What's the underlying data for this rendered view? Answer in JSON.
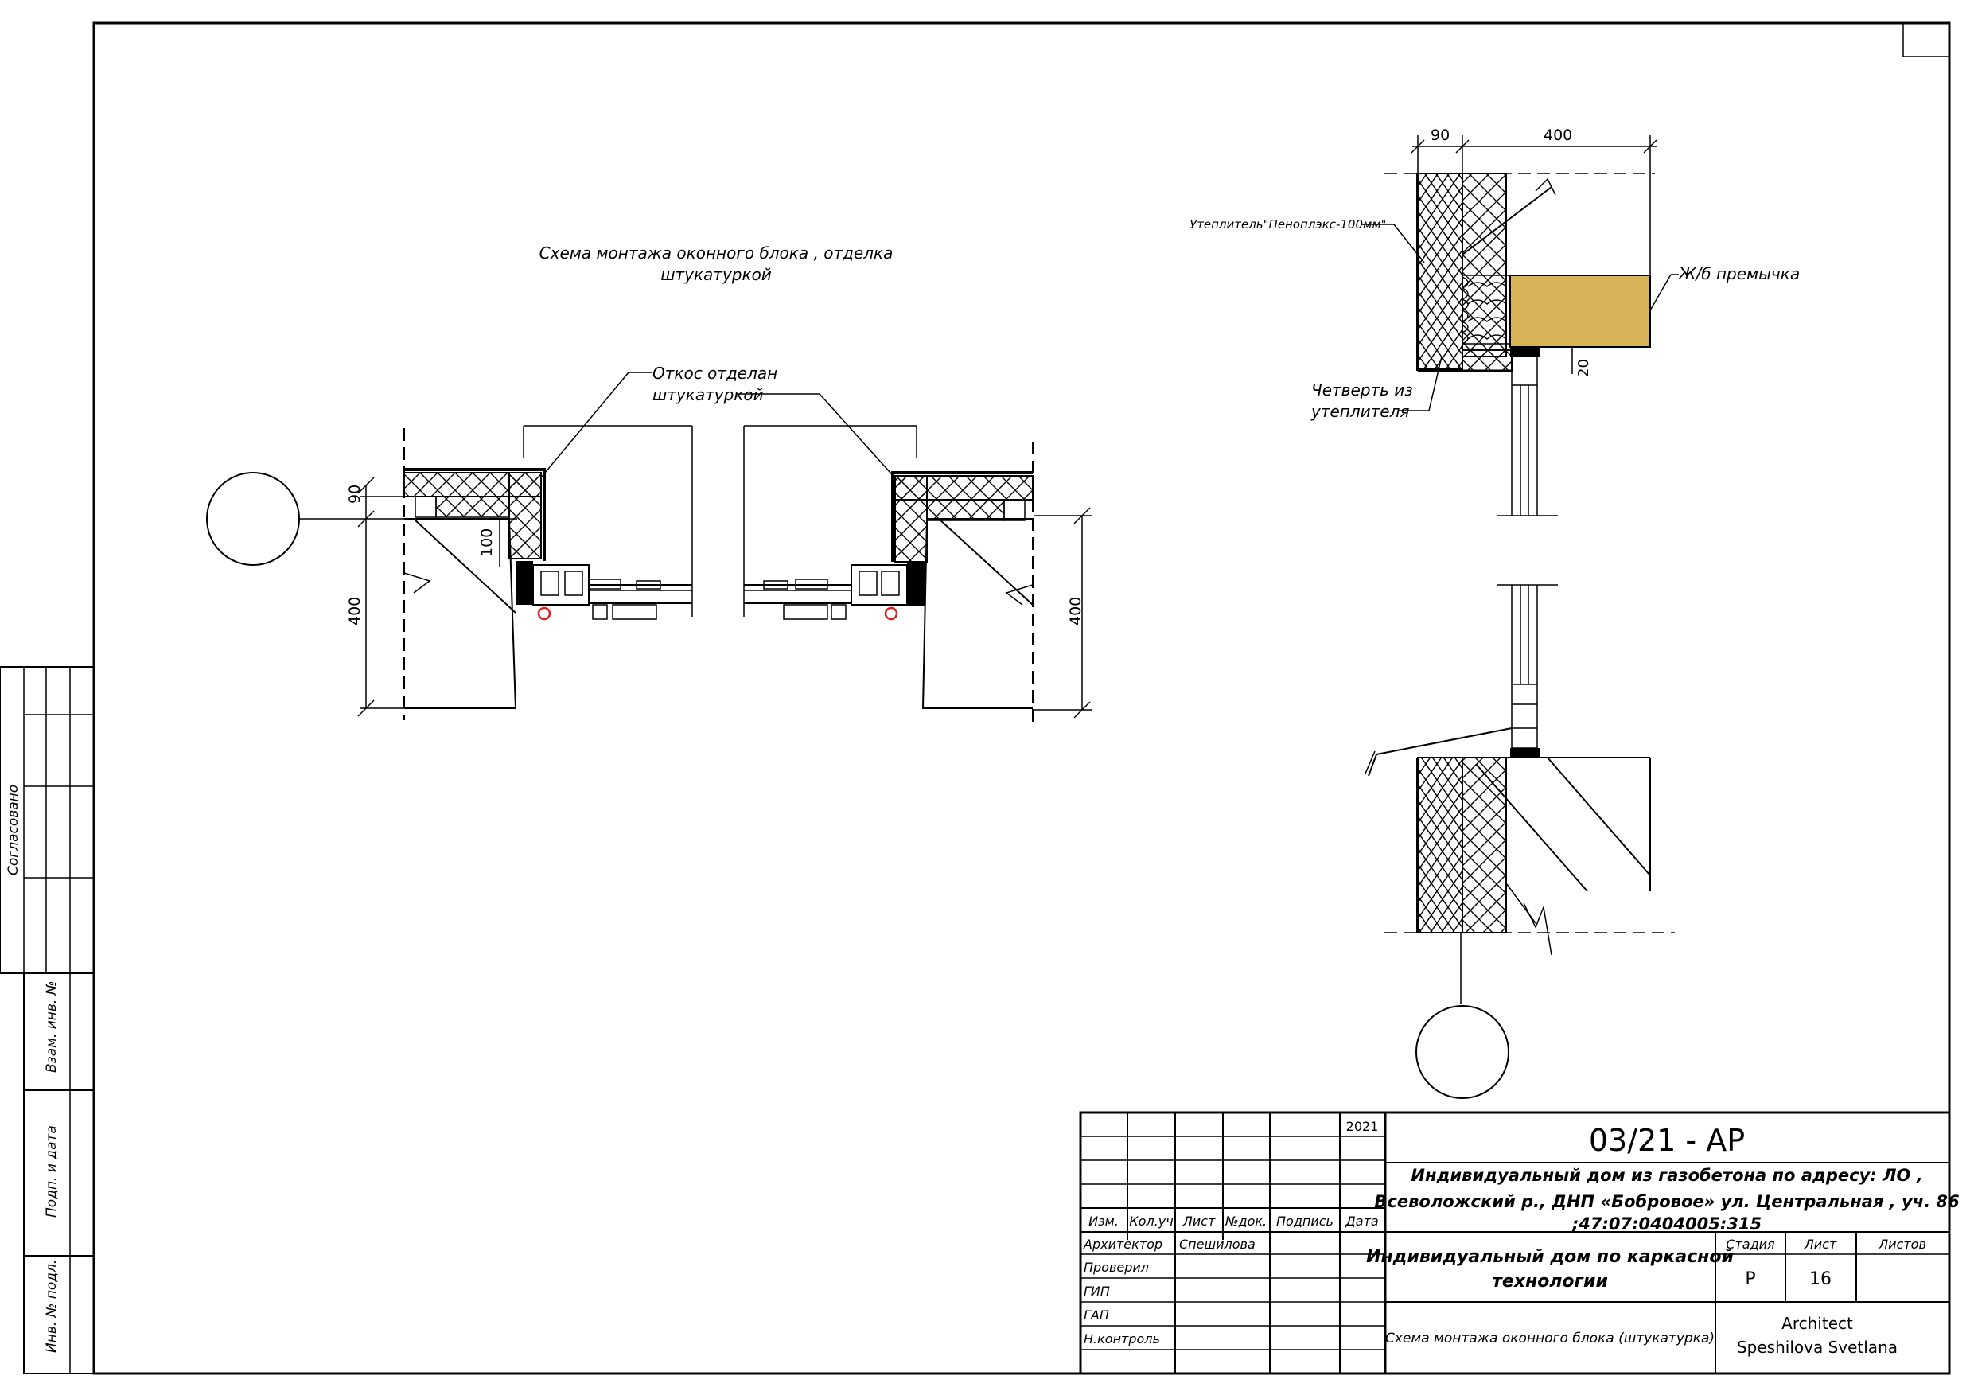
{
  "drawing": {
    "title_line1": "Схема монтажа оконного блока , отделка",
    "title_line2": "штукатуркой",
    "label_slope_1": "Откос отделан",
    "label_slope_2": "штукатуркой",
    "label_insulation": "Утеплитель\"Пеноплэкс-100мм\"",
    "label_lintel": "Ж/б премычка",
    "label_quarter_1": "Четверть из",
    "label_quarter_2": "утеплителя",
    "dim_90_left": "90",
    "dim_100": "100",
    "dim_400_left": "400",
    "dim_400_right": "400",
    "dim_90_top": "90",
    "dim_400_top": "400",
    "dim_20": "20"
  },
  "side_stamp": {
    "agreed": "Согласовано",
    "replace_inv": "Взам. инв. №",
    "sign_date": "Подп. и дата",
    "inv_orig": "Инв. № подл."
  },
  "title_block": {
    "year": "2021",
    "code": "03/21 - АР",
    "project_line1": "Индивидуальный дом из газобетона по адресу: ЛО ,",
    "project_line2": "Всеволожский р., ДНП «Бобровое»  ул. Центральная , уч. 86",
    "project_line3": ";47:07:0404005:315",
    "headers": [
      "Изм.",
      "Кол.уч",
      "Лист",
      "№док.",
      "Подпись",
      "Дата"
    ],
    "roles": [
      "Архитектор",
      "Проверил",
      "ГИП",
      "ГАП",
      "Н.контроль"
    ],
    "architect_name": "Спешилова",
    "object_name_1": "Индивидуальный дом по каркасной",
    "object_name_2": "технологии",
    "stage_label": "Стадия",
    "sheet_label": "Лист",
    "sheets_label": "Листов",
    "stage_value": "Р",
    "sheet_value": "16",
    "sheet_title": "Схема монтажа оконного блока (штукатурка)",
    "org_line1": "Architect",
    "org_line2": "Speshilova Svetlana"
  },
  "colors": {
    "lintel": "#D8B458",
    "marker": "#E02020"
  }
}
